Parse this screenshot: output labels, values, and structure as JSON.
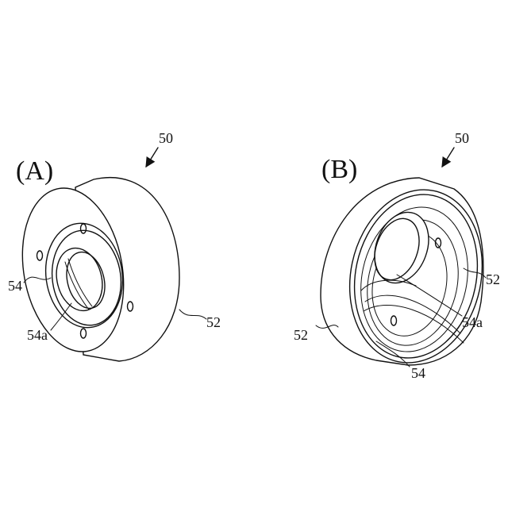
{
  "figures": [
    {
      "id": "A",
      "title": "(A)",
      "arrow_label": "50",
      "labels": {
        "outer": "52",
        "bore": "54",
        "bore_edge": "54a"
      }
    },
    {
      "id": "B",
      "title": "(B)",
      "arrow_label": "50",
      "labels": {
        "outer_left": "52",
        "outer_right": "52",
        "bore": "54",
        "bore_edge": "54a"
      }
    }
  ]
}
